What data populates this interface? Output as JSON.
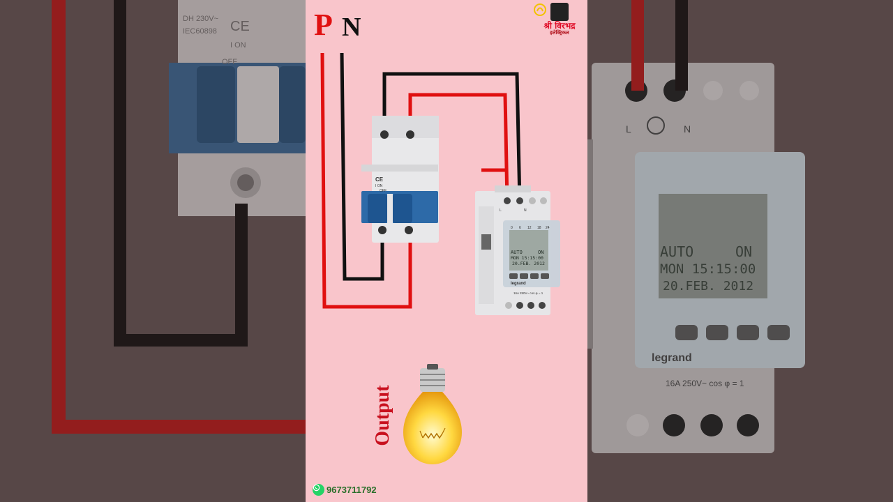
{
  "diagram": {
    "phase_label": "P",
    "neutral_label": "N",
    "output_label": "Output"
  },
  "brand": {
    "name": "श्री विरभद्र",
    "subtitle": "इलेक्ट्रिकल"
  },
  "contact": {
    "phone": "9673711792",
    "icon": "whatsapp-icon"
  },
  "timer_display": {
    "line1_left": "AUTO",
    "line1_right": "ON",
    "line2": "MON 15:15:00",
    "line3": "20.FEB. 2012",
    "scale": [
      "0",
      "6",
      "12",
      "18",
      "24"
    ],
    "brand": "legrand",
    "rating": "16A 250V~ cos φ = 1",
    "terminal_left": "L",
    "terminal_right": "N"
  },
  "mcb_text": {
    "ce_mark": "CE",
    "on_label": "I ON",
    "off_label": "OFF"
  },
  "colors": {
    "panel_bg": "#f9c5cb",
    "phase_wire": "#e01010",
    "neutral_wire": "#111111",
    "side_bg": "#5e4d4d"
  }
}
